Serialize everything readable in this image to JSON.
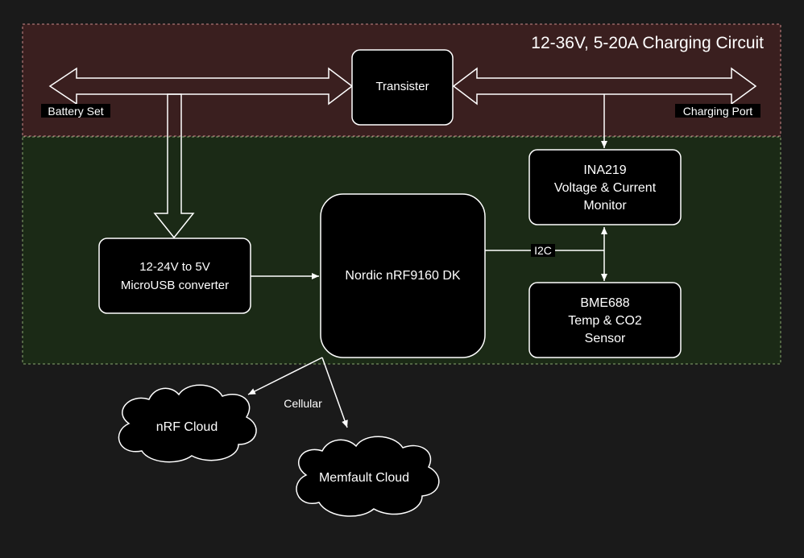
{
  "colors": {
    "background": "#1a1a1a",
    "charging_zone_fill": "#3a1f1f",
    "charging_zone_border": "#c98a8a",
    "board_zone_fill": "#1b2a16",
    "board_zone_border": "#8aa870",
    "node_fill": "#000000",
    "stroke": "#ffffff"
  },
  "zones": {
    "charging_circuit": {
      "title": "12-36V, 5-20A Charging Circuit"
    }
  },
  "nodes": {
    "transistor": {
      "label": "Transister"
    },
    "converter": {
      "line1": "12-24V to 5V",
      "line2": "MicroUSB converter"
    },
    "nordic": {
      "label": "Nordic nRF9160 DK"
    },
    "ina219": {
      "line1": "INA219",
      "line2": "Voltage & Current",
      "line3": "Monitor"
    },
    "bme688": {
      "line1": "BME688",
      "line2": "Temp & CO2",
      "line3": "Sensor"
    }
  },
  "clouds": {
    "nrf_cloud": {
      "label": "nRF Cloud"
    },
    "memfault_cloud": {
      "label": "Memfault Cloud"
    }
  },
  "edge_labels": {
    "battery_set": "Battery Set",
    "charging_port": "Charging Port",
    "i2c": "I2C",
    "cellular": "Cellular"
  }
}
